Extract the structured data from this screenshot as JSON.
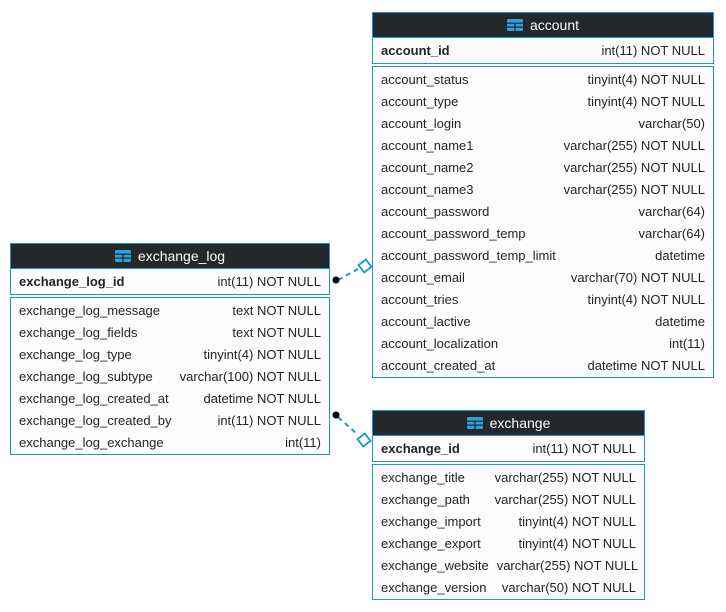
{
  "theme": {
    "accent": "#1895d5",
    "header_bg": "#24282b",
    "text": "#212529",
    "body_bg": "#fcfcfc",
    "canvas_bg": "#ffffff",
    "connector_dot": "#000000"
  },
  "tables": [
    {
      "title": "exchange_log",
      "pk": {
        "name": "exchange_log_id",
        "type": "int(11) NOT NULL"
      },
      "fields": [
        {
          "name": "exchange_log_message",
          "type": "text NOT NULL"
        },
        {
          "name": "exchange_log_fields",
          "type": "text NOT NULL"
        },
        {
          "name": "exchange_log_type",
          "type": "tinyint(4) NOT NULL"
        },
        {
          "name": "exchange_log_subtype",
          "type": "varchar(100) NOT NULL"
        },
        {
          "name": "exchange_log_created_at",
          "type": "datetime NOT NULL"
        },
        {
          "name": "exchange_log_created_by",
          "type": "int(11) NOT NULL"
        },
        {
          "name": "exchange_log_exchange",
          "type": "int(11)"
        }
      ]
    },
    {
      "title": "account",
      "pk": {
        "name": "account_id",
        "type": "int(11) NOT NULL"
      },
      "fields": [
        {
          "name": "account_status",
          "type": "tinyint(4) NOT NULL"
        },
        {
          "name": "account_type",
          "type": "tinyint(4) NOT NULL"
        },
        {
          "name": "account_login",
          "type": "varchar(50)"
        },
        {
          "name": "account_name1",
          "type": "varchar(255) NOT NULL"
        },
        {
          "name": "account_name2",
          "type": "varchar(255) NOT NULL"
        },
        {
          "name": "account_name3",
          "type": "varchar(255) NOT NULL"
        },
        {
          "name": "account_password",
          "type": "varchar(64)"
        },
        {
          "name": "account_password_temp",
          "type": "varchar(64)"
        },
        {
          "name": "account_password_temp_limit",
          "type": "datetime"
        },
        {
          "name": "account_email",
          "type": "varchar(70) NOT NULL"
        },
        {
          "name": "account_tries",
          "type": "tinyint(4) NOT NULL"
        },
        {
          "name": "account_lactive",
          "type": "datetime"
        },
        {
          "name": "account_localization",
          "type": "int(11)"
        },
        {
          "name": "account_created_at",
          "type": "datetime NOT NULL"
        }
      ]
    },
    {
      "title": "exchange",
      "pk": {
        "name": "exchange_id",
        "type": "int(11) NOT NULL"
      },
      "fields": [
        {
          "name": "exchange_title",
          "type": "varchar(255) NOT NULL"
        },
        {
          "name": "exchange_path",
          "type": "varchar(255) NOT NULL"
        },
        {
          "name": "exchange_import",
          "type": "tinyint(4) NOT NULL"
        },
        {
          "name": "exchange_export",
          "type": "tinyint(4) NOT NULL"
        },
        {
          "name": "exchange_website",
          "type": "varchar(255) NOT NULL"
        },
        {
          "name": "exchange_version",
          "type": "varchar(50) NOT NULL"
        }
      ]
    }
  ],
  "relations": [
    {
      "source": "exchange_log",
      "target": "account",
      "style": "dashed"
    },
    {
      "source": "exchange_log",
      "target": "exchange",
      "style": "dashed"
    }
  ]
}
